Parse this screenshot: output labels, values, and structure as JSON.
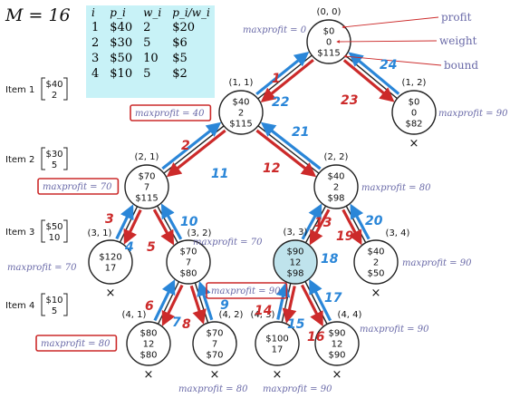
{
  "title": "M = 16",
  "items_table": {
    "headers": [
      "i",
      "p_i",
      "w_i",
      "p_i/w_i"
    ],
    "rows": [
      [
        "1",
        "$40",
        "2",
        "$20"
      ],
      [
        "2",
        "$30",
        "5",
        "$6"
      ],
      [
        "3",
        "$50",
        "10",
        "$5"
      ],
      [
        "4",
        "$10",
        "5",
        "$2"
      ]
    ]
  },
  "item_labels": [
    {
      "name": "Item 1",
      "p": "$40",
      "w": "2"
    },
    {
      "name": "Item 2",
      "p": "$30",
      "w": "5"
    },
    {
      "name": "Item 3",
      "p": "$50",
      "w": "10"
    },
    {
      "name": "Item 4",
      "p": "$10",
      "w": "5"
    }
  ],
  "legend": {
    "profit": "profit",
    "weight": "weight",
    "bound": "bound"
  },
  "nodes": [
    {
      "id": "n00",
      "coord": "(0, 0)",
      "lines": [
        "$0",
        "0",
        "$115"
      ],
      "highlight": false,
      "pruned": false
    },
    {
      "id": "n11",
      "coord": "(1, 1)",
      "lines": [
        "$40",
        "2",
        "$115"
      ],
      "highlight": false,
      "pruned": false
    },
    {
      "id": "n12",
      "coord": "(1, 2)",
      "lines": [
        "$0",
        "0",
        "$82"
      ],
      "highlight": false,
      "pruned": true
    },
    {
      "id": "n21",
      "coord": "(2, 1)",
      "lines": [
        "$70",
        "7",
        "$115"
      ],
      "highlight": false,
      "pruned": false
    },
    {
      "id": "n22",
      "coord": "(2, 2)",
      "lines": [
        "$40",
        "2",
        "$98"
      ],
      "highlight": false,
      "pruned": false
    },
    {
      "id": "n31",
      "coord": "(3, 1)",
      "lines": [
        "$120",
        "17"
      ],
      "highlight": false,
      "pruned": true
    },
    {
      "id": "n32",
      "coord": "(3, 2)",
      "lines": [
        "$70",
        "7",
        "$80"
      ],
      "highlight": false,
      "pruned": false
    },
    {
      "id": "n33",
      "coord": "(3, 3)",
      "lines": [
        "$90",
        "12",
        "$98"
      ],
      "highlight": true,
      "pruned": false
    },
    {
      "id": "n34",
      "coord": "(3, 4)",
      "lines": [
        "$40",
        "2",
        "$50"
      ],
      "highlight": false,
      "pruned": true
    },
    {
      "id": "n41",
      "coord": "(4, 1)",
      "lines": [
        "$80",
        "12",
        "$80"
      ],
      "highlight": false,
      "pruned": true
    },
    {
      "id": "n42",
      "coord": "(4, 2)",
      "lines": [
        "$70",
        "7",
        "$70"
      ],
      "highlight": false,
      "pruned": true
    },
    {
      "id": "n43",
      "coord": "(4, 3)",
      "lines": [
        "$100",
        "17"
      ],
      "highlight": false,
      "pruned": true
    },
    {
      "id": "n44",
      "coord": "(4, 4)",
      "lines": [
        "$90",
        "12",
        "$90"
      ],
      "highlight": false,
      "pruned": true
    }
  ],
  "maxprofit_labels": [
    {
      "text": "maxprofit = 0",
      "boxed": false
    },
    {
      "text": "maxprofit = 40",
      "boxed": true
    },
    {
      "text": "maxprofit = 90",
      "boxed": false
    },
    {
      "text": "maxprofit = 70",
      "boxed": true
    },
    {
      "text": "maxprofit = 80",
      "boxed": false
    },
    {
      "text": "maxprofit = 70",
      "boxed": false
    },
    {
      "text": "maxprofit = 70",
      "boxed": false
    },
    {
      "text": "maxprofit = 90",
      "boxed": true
    },
    {
      "text": "maxprofit = 90",
      "boxed": false
    },
    {
      "text": "maxprofit = 80",
      "boxed": true
    },
    {
      "text": "maxprofit = 90",
      "boxed": false
    },
    {
      "text": "maxprofit = 80",
      "boxed": false
    },
    {
      "text": "maxprofit = 90",
      "boxed": false
    }
  ],
  "steps": [
    {
      "n": "1",
      "color": "red"
    },
    {
      "n": "2",
      "color": "red"
    },
    {
      "n": "3",
      "color": "red"
    },
    {
      "n": "4",
      "color": "blue"
    },
    {
      "n": "5",
      "color": "red"
    },
    {
      "n": "6",
      "color": "red"
    },
    {
      "n": "7",
      "color": "blue"
    },
    {
      "n": "8",
      "color": "red"
    },
    {
      "n": "9",
      "color": "blue"
    },
    {
      "n": "10",
      "color": "blue"
    },
    {
      "n": "11",
      "color": "blue"
    },
    {
      "n": "12",
      "color": "red"
    },
    {
      "n": "13",
      "color": "red"
    },
    {
      "n": "14",
      "color": "red"
    },
    {
      "n": "15",
      "color": "blue"
    },
    {
      "n": "16",
      "color": "red"
    },
    {
      "n": "17",
      "color": "blue"
    },
    {
      "n": "18",
      "color": "blue"
    },
    {
      "n": "19",
      "color": "red"
    },
    {
      "n": "20",
      "color": "blue"
    },
    {
      "n": "21",
      "color": "blue"
    },
    {
      "n": "22",
      "color": "blue"
    },
    {
      "n": "23",
      "color": "red"
    },
    {
      "n": "24",
      "color": "blue"
    }
  ],
  "colors": {
    "red": "#cc2a2a",
    "blue": "#2a86d8",
    "highlight": "#bfe3ec",
    "table_bg": "#c8f2f7",
    "label": "#6a6aa8"
  }
}
